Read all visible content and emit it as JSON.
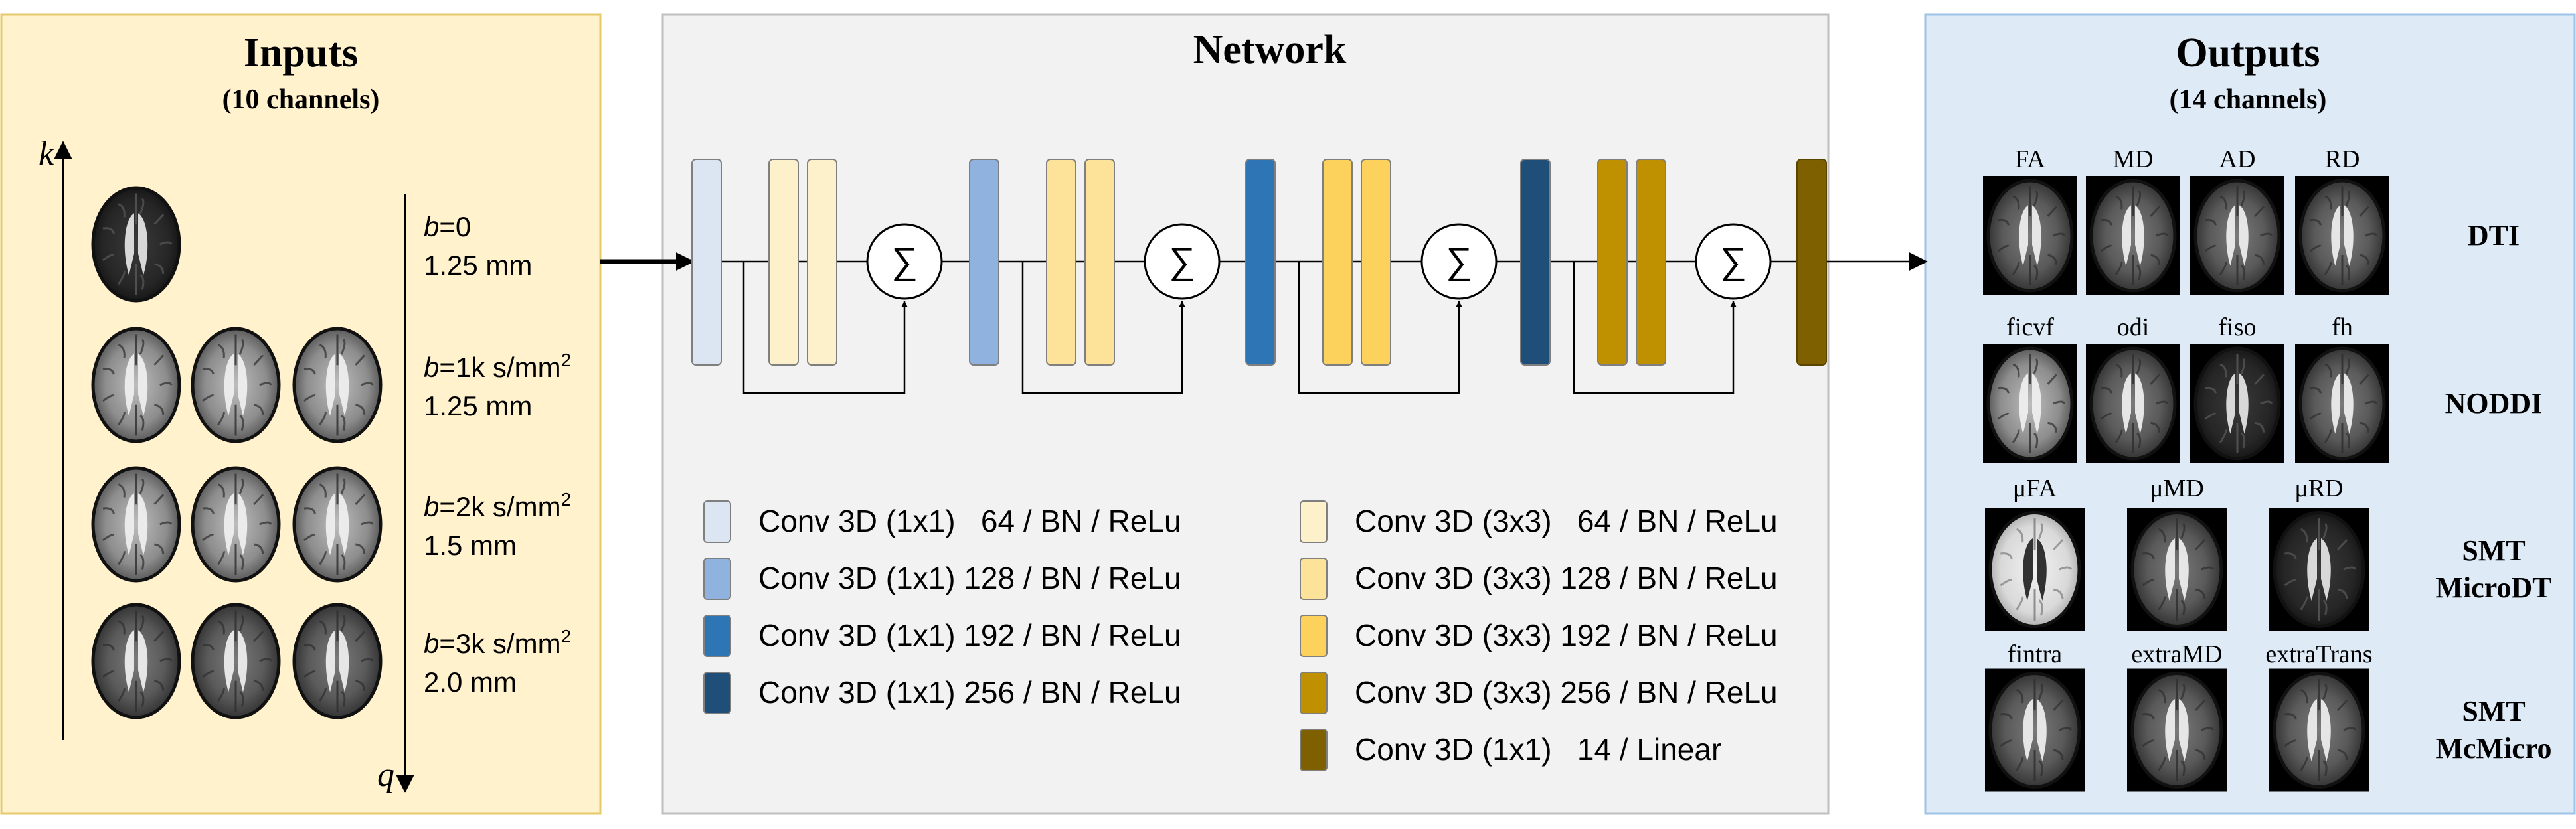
{
  "inputs": {
    "title": "Inputs",
    "subtitle": "(10 channels)",
    "axis_k": "k",
    "axis_q": "q",
    "groups": [
      {
        "b_prefix": "b",
        "b_value": "=0",
        "b_sup": "",
        "resolution": "1.25 mm",
        "count": 1
      },
      {
        "b_prefix": "b",
        "b_value": "=1k s/mm",
        "b_sup": "2",
        "resolution": "1.25 mm",
        "count": 3
      },
      {
        "b_prefix": "b",
        "b_value": "=2k s/mm",
        "b_sup": "2",
        "resolution": "1.5 mm",
        "count": 3
      },
      {
        "b_prefix": "b",
        "b_value": "=3k s/mm",
        "b_sup": "2",
        "resolution": "2.0 mm",
        "count": 3
      }
    ]
  },
  "network": {
    "title": "Network",
    "sum_symbol": "∑",
    "colors": {
      "c1_64": "#dce6f3",
      "c1_128": "#8fb3de",
      "c1_192": "#2e75b6",
      "c1_256": "#1f4e79",
      "c3_64": "#fdf1cc",
      "c3_128": "#fde399",
      "c3_192": "#fcd25c",
      "c3_256": "#bf9000",
      "c1_out": "#7f6000"
    },
    "legend_left": [
      {
        "label": "Conv 3D (1x1)   64 / BN / ReLu",
        "color": "#dce6f3"
      },
      {
        "label": "Conv 3D (1x1) 128 / BN / ReLu",
        "color": "#8fb3de"
      },
      {
        "label": "Conv 3D (1x1) 192 / BN / ReLu",
        "color": "#2e75b6"
      },
      {
        "label": "Conv 3D (1x1) 256 / BN / ReLu",
        "color": "#1f4e79"
      }
    ],
    "legend_right": [
      {
        "label": "Conv 3D (3x3)   64 / BN / ReLu",
        "color": "#fdf1cc"
      },
      {
        "label": "Conv 3D (3x3) 128 / BN / ReLu",
        "color": "#fde399"
      },
      {
        "label": "Conv 3D (3x3) 192 / BN / ReLu",
        "color": "#fcd25c"
      },
      {
        "label": "Conv 3D (3x3) 256 / BN / ReLu",
        "color": "#bf9000"
      },
      {
        "label": "Conv 3D (1x1)   14 / Linear",
        "color": "#7f6000"
      }
    ]
  },
  "outputs": {
    "title": "Outputs",
    "subtitle": "(14 channels)",
    "groups": [
      {
        "labels": [
          "FA",
          "MD",
          "AD",
          "RD"
        ],
        "name_lines": [
          "DTI"
        ]
      },
      {
        "labels": [
          "ficvf",
          "odi",
          "fiso",
          "fh"
        ],
        "name_lines": [
          "NODDI"
        ]
      },
      {
        "labels": [
          "μFA",
          "μMD",
          "μRD"
        ],
        "name_lines": [
          "SMT",
          "MicroDT"
        ]
      },
      {
        "labels": [
          "fintra",
          "extraMD",
          "extraTrans"
        ],
        "name_lines": [
          "SMT",
          "McMicro"
        ]
      }
    ]
  }
}
